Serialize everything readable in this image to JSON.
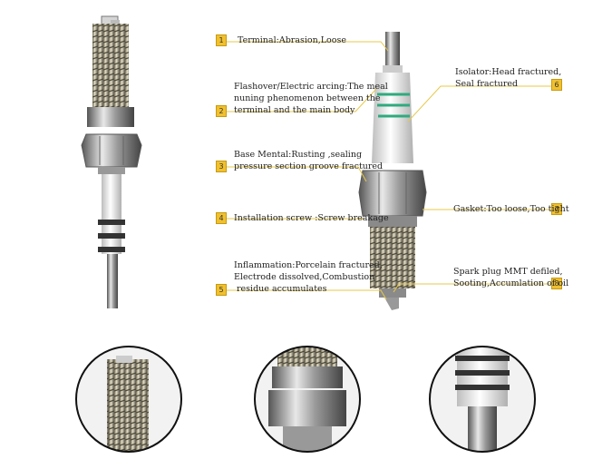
{
  "theme": {
    "badge_color": "#f0c030",
    "leader_color": "#e7c84a",
    "insulator_color": "#eeeeee",
    "stripe_color": "#333333",
    "green_ring_color": "#2faa7f"
  },
  "callouts": [
    {
      "number": "1",
      "lines": [
        "Terminal:Abrasion,Loose"
      ]
    },
    {
      "number": "2",
      "lines": [
        "Flashover/Electric arcing:The meal",
        "nuning phenomenon between the",
        "terminal and the main body"
      ]
    },
    {
      "number": "3",
      "lines": [
        "Base Mental:Rusting ,sealing",
        "pressure section groove fractured"
      ]
    },
    {
      "number": "4",
      "lines": [
        "Installation screw :Screw breakage"
      ]
    },
    {
      "number": "5",
      "lines": [
        "Inflammation:Porcelain fractured,",
        "Electrode dissolved,Combustion",
        " residue accumulates"
      ]
    },
    {
      "number": "6",
      "lines": [
        "Isolator:Head fractured,",
        "Seal fractured"
      ]
    },
    {
      "number": "7",
      "lines": [
        "Gasket:Too loose,Too tight"
      ]
    },
    {
      "number": "8",
      "lines": [
        "Spark plug MMT defiled,",
        "Sooting,Accumlation of oil"
      ]
    }
  ],
  "images": [
    {
      "name": "spark-plug-left"
    },
    {
      "name": "spark-plug-center"
    },
    {
      "name": "closeup-electrode"
    },
    {
      "name": "closeup-hex"
    },
    {
      "name": "closeup-insulator"
    }
  ]
}
